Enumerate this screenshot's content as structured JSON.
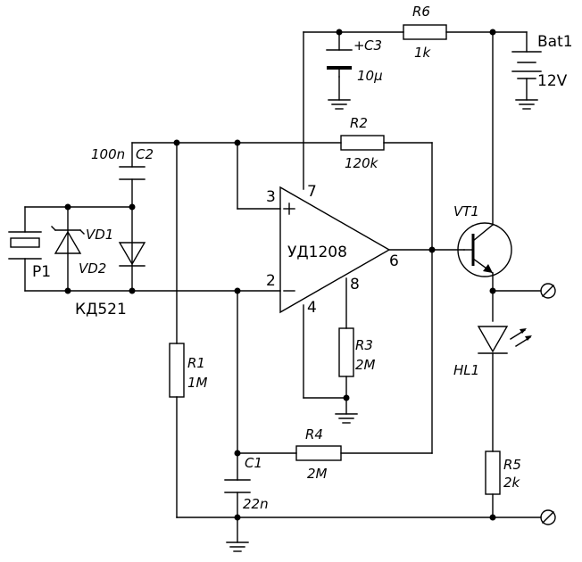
{
  "components": {
    "r1": {
      "ref": "R1",
      "value": "1M"
    },
    "r2": {
      "ref": "R2",
      "value": "120k"
    },
    "r3": {
      "ref": "R3",
      "value": "2M"
    },
    "r4": {
      "ref": "R4",
      "value": "2M"
    },
    "r5": {
      "ref": "R5",
      "value": "2k"
    },
    "r6": {
      "ref": "R6",
      "value": "1k"
    },
    "c1": {
      "ref": "C1",
      "value": "22n"
    },
    "c2": {
      "ref": "C2",
      "value": "100n"
    },
    "c3": {
      "ref": "C3",
      "value": "10µ",
      "polarity": "+"
    },
    "vd1": {
      "ref": "VD1"
    },
    "vd2": {
      "ref": "VD2"
    },
    "diode_type": "КД521",
    "p1": {
      "ref": "P1"
    },
    "vt1": {
      "ref": "VT1"
    },
    "hl1": {
      "ref": "HL1"
    },
    "bat1": {
      "ref": "Bat1",
      "value": "12V"
    },
    "opamp": {
      "name": "УД1208",
      "pins": {
        "p3": "3",
        "p2": "2",
        "p7": "7",
        "p6": "6",
        "p8": "8",
        "p4": "4"
      }
    }
  }
}
